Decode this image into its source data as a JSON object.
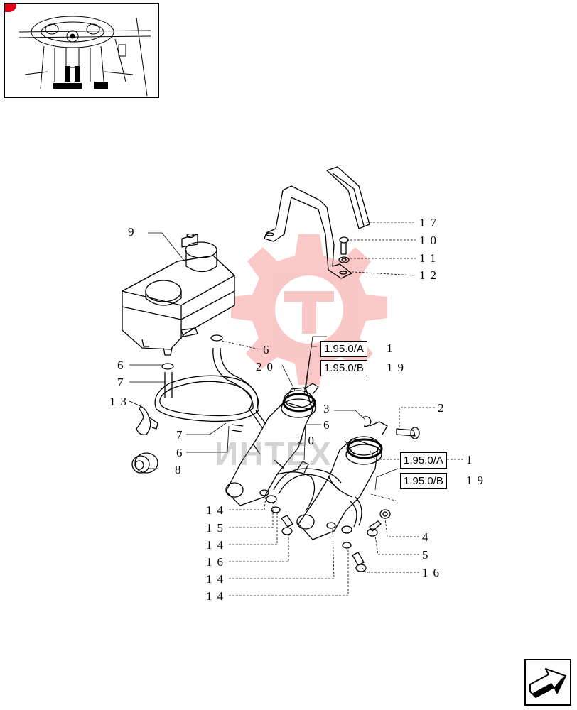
{
  "watermark": {
    "text": "ИНТЕХ",
    "color": "#f03a3a"
  },
  "callouts": {
    "c17": "17",
    "c10": "10",
    "c11": "11",
    "c12": "12",
    "c9": "9",
    "c6a": "6",
    "c6b": "6",
    "c6c": "6",
    "c6d": "6",
    "c20a": "20",
    "c20b": "20",
    "c7a": "7",
    "c7b": "7",
    "c13": "13",
    "c8": "8",
    "c3": "3",
    "c2": "2",
    "c1a": "1",
    "c19a": "19",
    "c1b": "1",
    "c19b": "19",
    "c4": "4",
    "c5": "5",
    "c16a": "16",
    "c16b": "16",
    "c14a": "14",
    "c15": "15",
    "c14b": "14",
    "c14c": "14",
    "c14d": "14"
  },
  "refs": {
    "r1": "1.95.0/A",
    "r2": "1.95.0/B",
    "r3": "1.95.0/A",
    "r4": "1.95.0/B"
  },
  "icons": {
    "nav": "arrow-next-page-icon",
    "inset": "tractor-cab-location-icon"
  }
}
